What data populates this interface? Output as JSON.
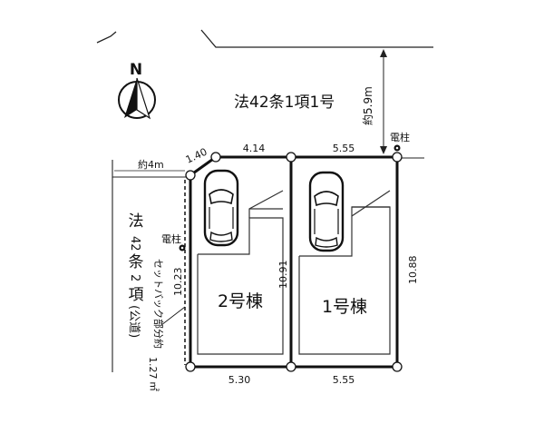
{
  "compass": {
    "north": "N"
  },
  "road_north": {
    "label": "法42条1項1号",
    "distance": "約5.9m"
  },
  "road_west": {
    "width": "約4m",
    "label_lines": [
      "法",
      "42",
      "条",
      "2",
      "項",
      "(公道)"
    ]
  },
  "utility_poles": {
    "label": "電柱"
  },
  "setback": {
    "label": "セットバック部分約",
    "area": "1.27",
    "unit": "㎡"
  },
  "dimensions": {
    "top_corner": "1.40",
    "top_left": "4.14",
    "top_right": "5.55",
    "left_side": "10.23",
    "middle_side": "10.91",
    "right_side": "10.88",
    "bottom_left": "5.30",
    "bottom_right": "5.55"
  },
  "buildings": [
    {
      "label": "2号棟"
    },
    {
      "label": "1号棟"
    }
  ]
}
